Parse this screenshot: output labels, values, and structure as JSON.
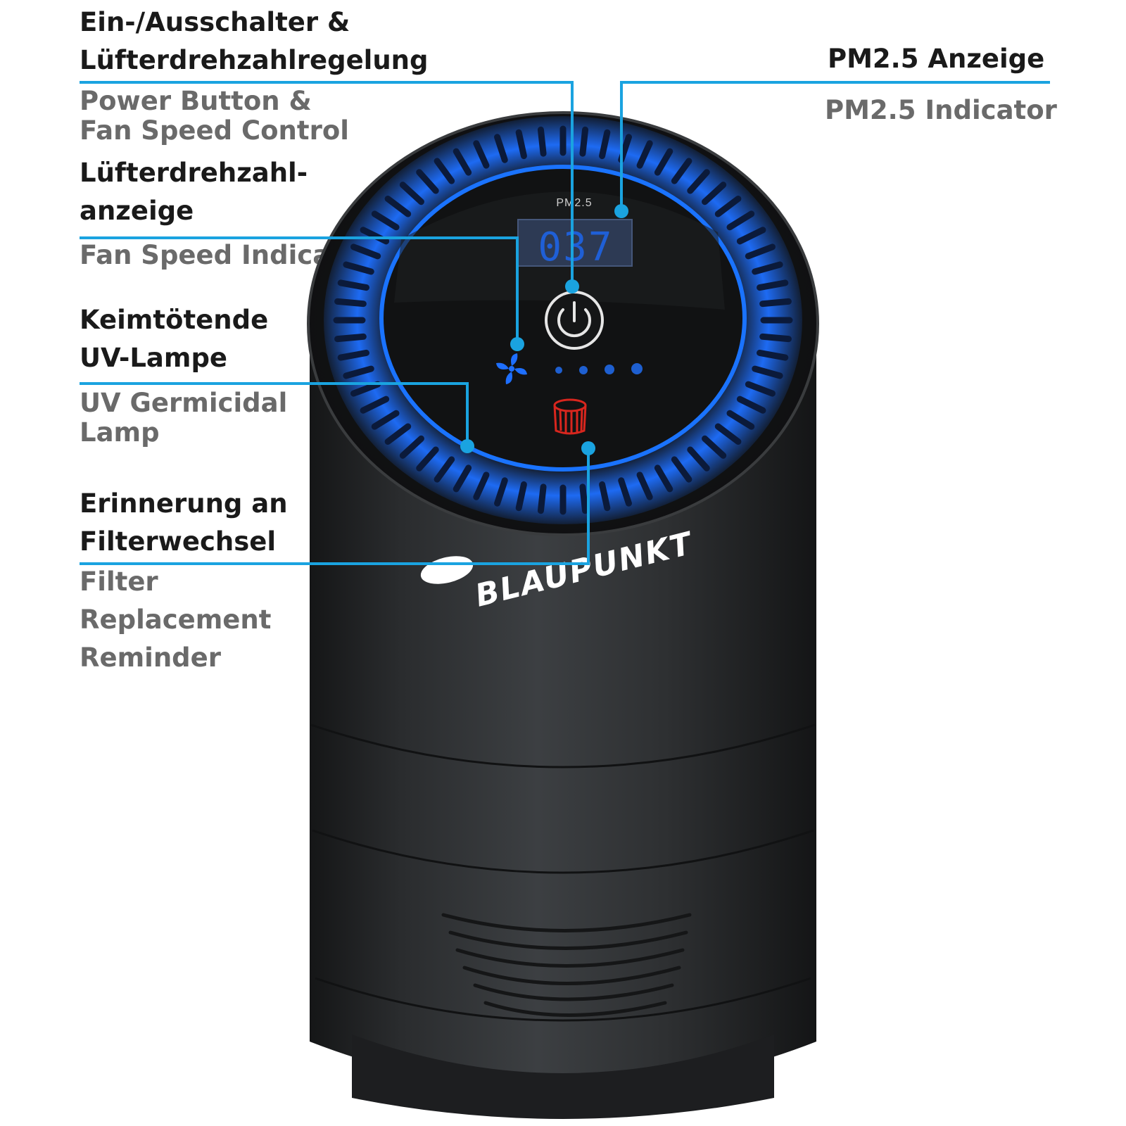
{
  "labels": {
    "power": {
      "de": "Ein-/Ausschalter &\nLüfterdrehzahlregelung",
      "en": "Power Button &\nFan Speed Control"
    },
    "pm25": {
      "de": "PM2.5 Anzeige",
      "en": "PM2.5 Indicator"
    },
    "fan_speed": {
      "de": "Lüfterdrehzahl-\nanzeige",
      "en": "Fan Speed Indicator"
    },
    "uv": {
      "de": "Keimtötende\nUV-Lampe",
      "en": "UV Germicidal\nLamp"
    },
    "filter": {
      "de": "Erinnerung an\nFilterwechsel",
      "en": "Filter\nReplacement\nReminder"
    }
  },
  "device": {
    "display_label": "PM2.5",
    "display_value": "037",
    "brand": "BLAUPUNKT"
  },
  "colors": {
    "callout": "#1aa3e0",
    "glow": "#1e6fff",
    "body": "#2b2d2f",
    "filter_icon": "#d8261e",
    "display_digits": "#1f5fd6"
  },
  "icons": [
    "power-icon",
    "fan-icon",
    "filter-icon",
    "logo-icon"
  ]
}
